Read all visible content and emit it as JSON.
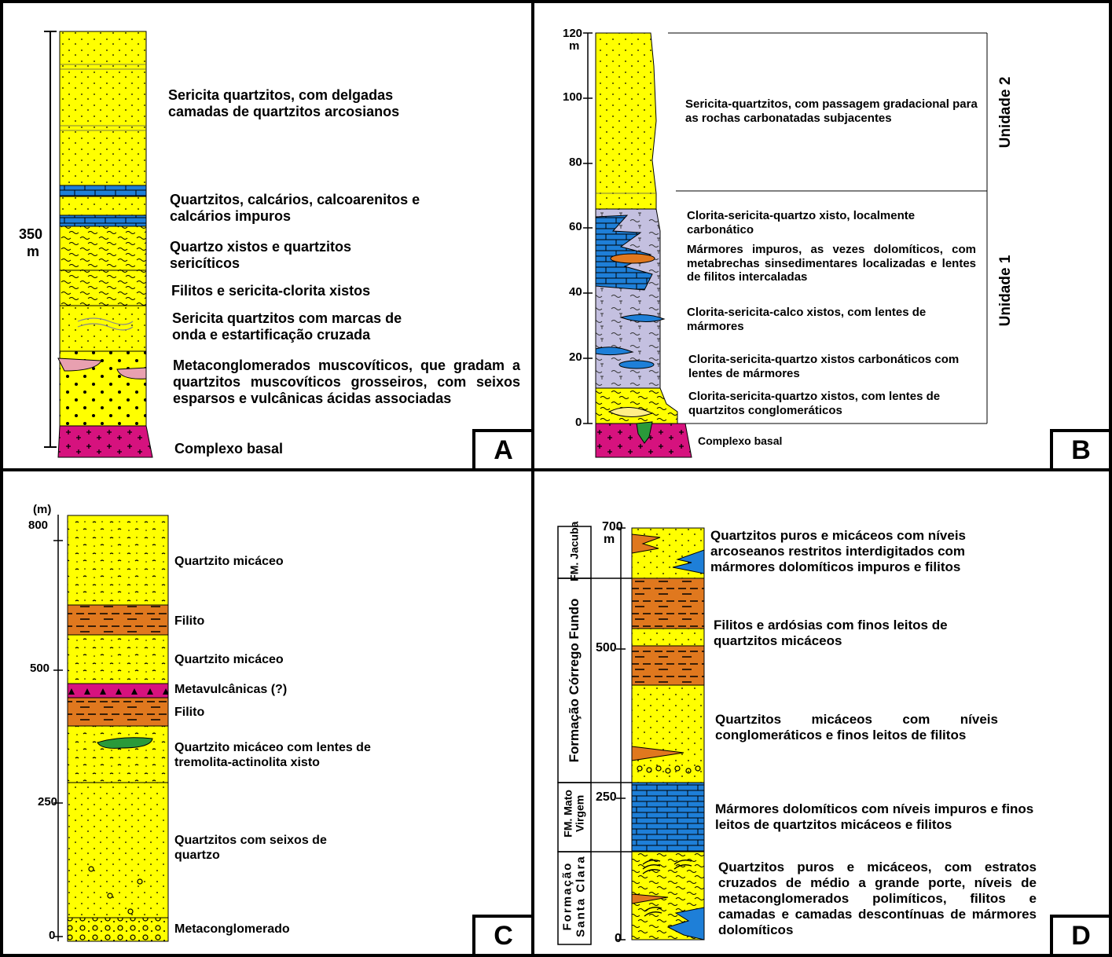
{
  "panels": {
    "A": {
      "letter": "A",
      "thickness": {
        "value": "350",
        "unit": "m"
      },
      "units": [
        "Sericita quartzitos, com delgadas camadas de quartzitos arcosianos",
        "Quartzitos, calcários, calcoarenitos e calcários impuros",
        "Quartzo xistos e quartzitos sericíticos",
        "Filitos e sericita-clorita xistos",
        "Sericita quartzitos com marcas de onda e estartificação cruzada",
        "Metaconglomerados muscovíticos, que gradam a quartzitos muscovíticos grosseiros, com seixos esparsos e vulcânicas ácidas associadas",
        "Complexo basal"
      ]
    },
    "B": {
      "letter": "B",
      "scale_ticks": [
        "0",
        "20",
        "40",
        "60",
        "80",
        "100",
        "120"
      ],
      "scale_unit": "m",
      "group_labels": [
        "Unidade 2",
        "Unidade 1"
      ],
      "units": [
        "Sericita-quartzitos, com passagem gradacional para as rochas carbonatadas subjacentes",
        "Clorita-sericita-quartzo xisto, localmente carbonático",
        "Mármores impuros, as vezes dolomíticos, com metabrechas sinsedimentares localizadas e lentes de filitos intercaladas",
        "Clorita-sericita-calco xistos, com lentes de mármores",
        "Clorita-sericita-quartzo xistos carbonáticos com lentes de mármores",
        "Clorita-sericita-quartzo xistos, com lentes de quartzitos conglomeráticos",
        "Complexo basal"
      ]
    },
    "C": {
      "letter": "C",
      "scale_unit": "(m)",
      "scale_ticks": [
        "0",
        "250",
        "500",
        "800"
      ],
      "units": [
        "Quartzito micáceo",
        "Filito",
        "Quartzito micáceo",
        "Metavulcânicas (?)",
        "Filito",
        "Quartzito micáceo com lentes de tremolita-actinolita xisto",
        "Quartzitos com seixos de quartzo",
        "Metaconglomerado"
      ]
    },
    "D": {
      "letter": "D",
      "scale_ticks": [
        "0",
        "250",
        "500",
        "700"
      ],
      "scale_unit": "m",
      "formations": [
        "FM. Jacuba",
        "Formação Córrego Fundo",
        "FM. Mato Virgem",
        "Formação Santa Clara"
      ],
      "units": [
        "Quartzitos puros e micáceos com níveis arcoseanos restritos interdigitados com mármores dolomíticos impuros e filitos",
        "Filitos e ardósias com finos leitos de quartzitos micáceos",
        "Quartzitos micáceos com níveis conglomeráticos e finos leitos de filitos",
        "Mármores dolomíticos com níveis impuros e finos leitos de quartzitos micáceos e filitos",
        "Quartzitos puros e micáceos, com estratos cruzados de médio a grande porte, níveis de metaconglomerados polimíticos, filitos e camadas e camadas descontínuas de mármores dolomíticos"
      ]
    }
  },
  "colors": {
    "quartzite": "#ffff00",
    "marble": "#1e7fd8",
    "schist": "#c4c0e0",
    "phyllite": "#e0781e",
    "basement": "#d6127e",
    "greenschist": "#2a9a3a",
    "lens_pink": "#e8a0b0"
  }
}
